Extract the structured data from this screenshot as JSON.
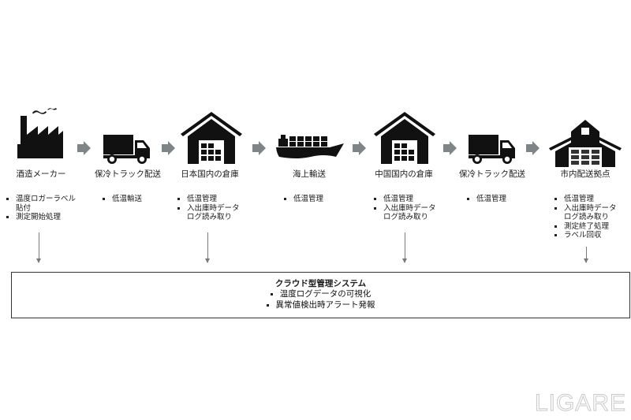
{
  "stages": [
    {
      "name": "酒造メーカー",
      "icon": "factory-icon",
      "bullets": [
        [
          "温度ロガーラベル",
          "貼付"
        ],
        [
          "測定開始処理"
        ]
      ]
    },
    {
      "name": "保冷トラック配送",
      "icon": "truck-icon",
      "bullets": [
        [
          "低温輸送"
        ]
      ]
    },
    {
      "name": "日本国内の倉庫",
      "icon": "warehouse-icon",
      "bullets": [
        [
          "低温管理"
        ],
        [
          "入出庫時データ",
          "ログ読み取り"
        ]
      ]
    },
    {
      "name": "海上輸送",
      "icon": "ship-icon",
      "bullets": [
        [
          "低温管理"
        ]
      ]
    },
    {
      "name": "中国国内の倉庫",
      "icon": "warehouse-icon",
      "bullets": [
        [
          "低温管理"
        ],
        [
          "入出庫時データ",
          "ログ読み取り"
        ]
      ]
    },
    {
      "name": "保冷トラック配送",
      "icon": "truck-icon",
      "bullets": [
        [
          "低温管理"
        ]
      ]
    },
    {
      "name": "市内配送拠点",
      "icon": "barn-icon",
      "bullets": [
        [
          "低温管理"
        ],
        [
          "入出庫時データ",
          "ログ読み取り"
        ],
        [
          "測定終了処理"
        ],
        [
          "ラベル回収"
        ]
      ]
    }
  ],
  "cloud": {
    "title": "クラウド型管理システム",
    "items": [
      "温度ログデータの可視化",
      "異常値検出時アラート発報"
    ]
  },
  "watermark": "LIGARE",
  "colors": {
    "icon": "#111111",
    "arrow": "#7f8487",
    "connector": "#7a7a7a",
    "box_border": "#333333"
  }
}
